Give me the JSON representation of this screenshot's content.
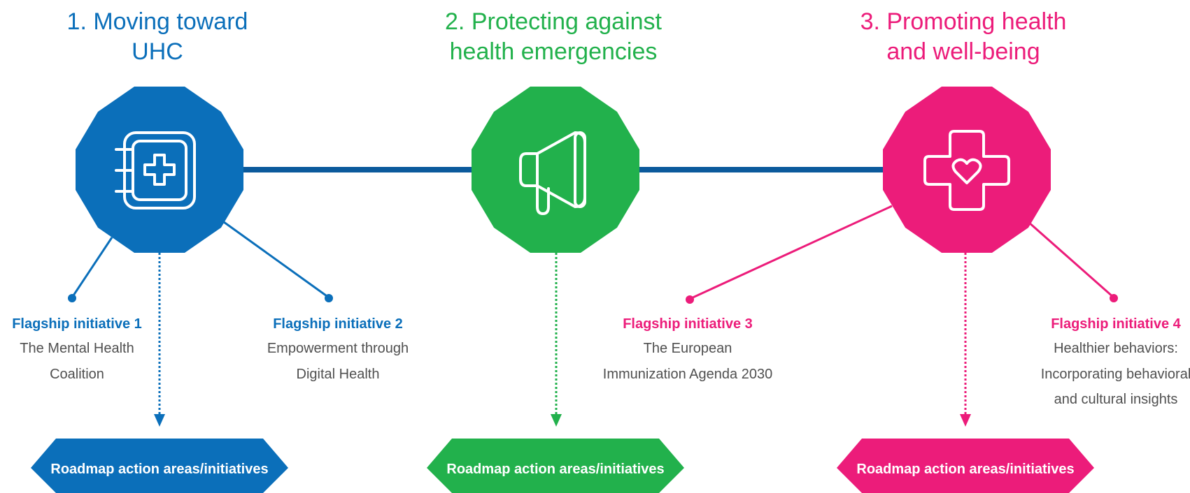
{
  "colors": {
    "blue": "#0b6fba",
    "green": "#22b14c",
    "pink": "#ec1c7a",
    "connector": "#0b5a9c",
    "description_text": "#505050"
  },
  "pillars": [
    {
      "title_lines": [
        "1. Moving toward",
        "UHC"
      ],
      "icon": "medical-binder-icon",
      "roadmap_label": "Roadmap action areas/initiatives"
    },
    {
      "title_lines": [
        "2. Protecting against",
        "health emergencies"
      ],
      "icon": "megaphone-icon",
      "roadmap_label": "Roadmap action areas/initiatives"
    },
    {
      "title_lines": [
        "3. Promoting health",
        "and well-being"
      ],
      "icon": "heart-cross-icon",
      "roadmap_label": "Roadmap action areas/initiatives"
    }
  ],
  "flagships": [
    {
      "title": "Flagship initiative 1",
      "desc_lines": [
        "The Mental Health",
        "Coalition"
      ]
    },
    {
      "title": "Flagship initiative 2",
      "desc_lines": [
        "Empowerment through",
        "Digital Health"
      ]
    },
    {
      "title": "Flagship initiative 3",
      "desc_lines": [
        "The European",
        "Immunization Agenda 2030"
      ]
    },
    {
      "title": "Flagship initiative 4",
      "desc_lines": [
        "Healthier behaviors:",
        "Incorporating behavioral",
        "and cultural insights"
      ]
    }
  ]
}
